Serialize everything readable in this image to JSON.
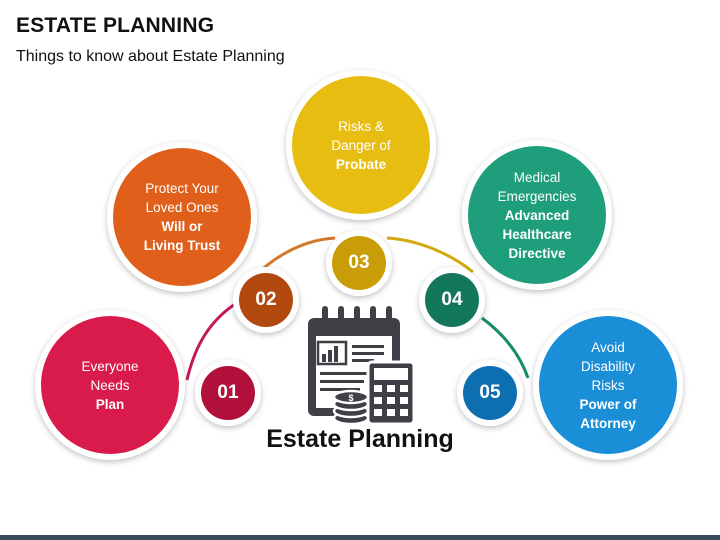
{
  "header": {
    "title": "ESTATE PLANNING",
    "subtitle": "Things to know about Estate Planning"
  },
  "center": {
    "label": "Estate Planning",
    "icon": "calendar-calculator-coins-icon"
  },
  "items": [
    {
      "number": "01",
      "lines": [
        "Everyone",
        "Needs"
      ],
      "bold": [
        "Plan"
      ],
      "color": "#d81b4a",
      "dark": "#b0103a"
    },
    {
      "number": "02",
      "lines": [
        "Protect Your",
        "Loved Ones"
      ],
      "bold": [
        "Will or",
        "Living Trust"
      ],
      "color": "#e0601b",
      "dark": "#b24a10"
    },
    {
      "number": "03",
      "lines": [
        "Risks &",
        "Danger of"
      ],
      "bold": [
        "Probate"
      ],
      "color": "#e8bd12",
      "dark": "#c99d08"
    },
    {
      "number": "04",
      "lines": [
        "Medical",
        "Emergencies"
      ],
      "bold": [
        "Advanced",
        "Healthcare",
        "Directive"
      ],
      "color": "#1f9e7c",
      "dark": "#13775c"
    },
    {
      "number": "05",
      "lines": [
        "Avoid",
        "Disability",
        "Risks"
      ],
      "bold": [
        "Power of",
        "Attorney"
      ],
      "color": "#1a8fd8",
      "dark": "#0e6fb0"
    }
  ]
}
